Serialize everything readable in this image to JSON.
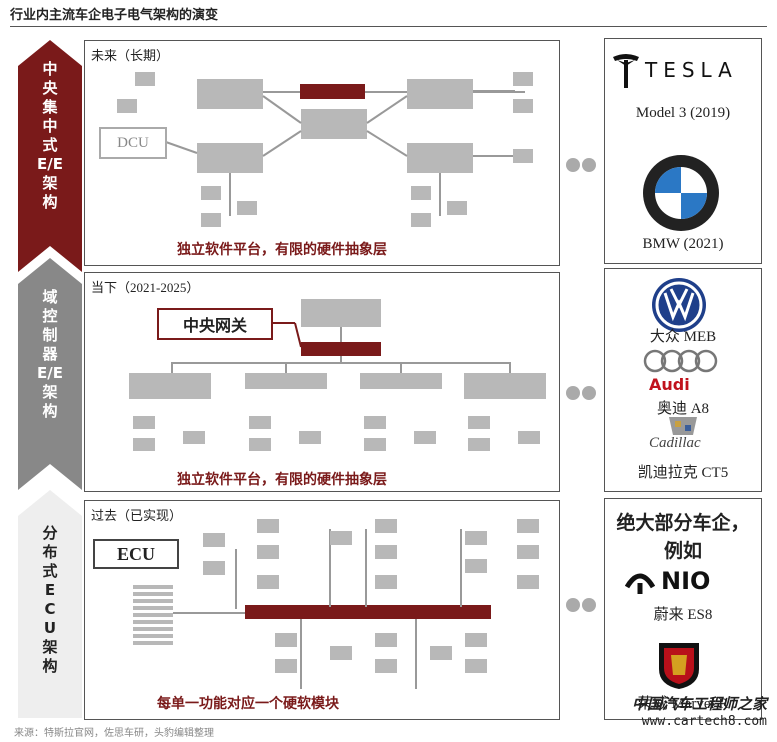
{
  "header": {
    "title": "行业内主流车企电子电气架构的演变"
  },
  "arrows": [
    {
      "chars": [
        "中",
        "央",
        "集",
        "中",
        "式",
        "E/E",
        "架",
        "构"
      ],
      "color": "#7a1a1a"
    },
    {
      "chars": [
        "域",
        "控",
        "制",
        "器",
        "E/E",
        "架",
        "构"
      ],
      "color": "#888888"
    },
    {
      "chars": [
        "分",
        "布",
        "式",
        "E",
        "C",
        "U",
        "架",
        "构"
      ],
      "color": "#f2f2f2"
    }
  ],
  "panels": [
    {
      "label": "未来（长期）",
      "footer": "独立软件平台，有限的硬件抽象层",
      "callout": "DCU"
    },
    {
      "label": "当下（2021-2025）",
      "footer": "独立软件平台，有限的硬件抽象层",
      "callout": "中央网关"
    },
    {
      "label": "过去（已实现）",
      "footer": "每单一功能对应一个硬软模块",
      "callout": "ECU"
    }
  ],
  "brands": {
    "future": [
      {
        "logo": "TESLA",
        "caption": "Model 3 (2019)"
      },
      {
        "logo": "BMW",
        "caption": "BMW (2021)"
      }
    ],
    "present": [
      {
        "logo": "VW",
        "caption": "大众 MEB"
      },
      {
        "logo": "Audi",
        "caption": "奥迪 A8"
      },
      {
        "logo": "Cadillac",
        "caption": "凯迪拉克 CT5"
      }
    ],
    "past": {
      "heading": "绝大部分车企，例如",
      "items": [
        {
          "logo": "NIO",
          "caption": "蔚来 ES8"
        },
        {
          "logo": "roewe-icon",
          "caption": "荣威 Marvel R"
        }
      ]
    }
  },
  "watermark": {
    "line1": "中国汽车工程师之家",
    "line2": "www.cartech8.com"
  },
  "source": "来源：特斯拉官网，佐思车研，头豹编辑整理",
  "colors": {
    "accent": "#7a1a1a",
    "grey_box": "#b8b8b8"
  }
}
